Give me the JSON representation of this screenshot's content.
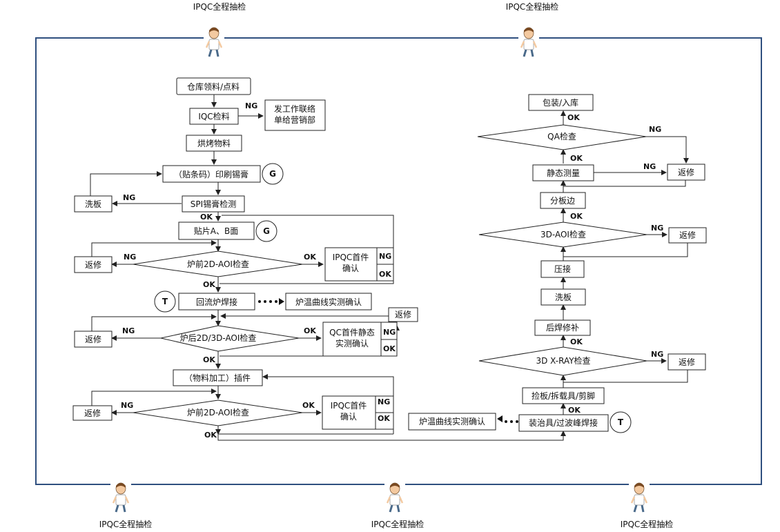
{
  "inspector_label": "IPQC全程抽检",
  "nodes": {
    "warehouse": "仓库领料/点料",
    "iqc": "IQC检料",
    "contact": [
      "发工作联络",
      "单给营销部"
    ],
    "bake": "烘烤物料",
    "print": "（贴条码）印刷锡膏",
    "wash1": "洗板",
    "spi": "SPI锡膏检测",
    "place": "贴片A、B面",
    "rework1": "返修",
    "pre_aoi1": "炉前2D-AOI检查",
    "ipqc1": [
      "IPQC首件",
      "确认"
    ],
    "reflow": "回流炉焊接",
    "oven_profile1": "炉温曲线实测确认",
    "rework_top": "返修",
    "rework2": "返修",
    "post_aoi": "炉后2D/3D-AOI检查",
    "qc_static": [
      "QC首件静态",
      "实测确认"
    ],
    "process": "（物料加工）插件",
    "rework3": "返修",
    "pre_aoi2": "炉前2D-AOI检查",
    "ipqc2": [
      "IPQC首件",
      "确认"
    ],
    "oven_profile2": "炉温曲线实测确认",
    "wave": "装治具/过波峰焊接",
    "pick": "捡板/拆载具/剪脚",
    "xray": "3D X-RAY检查",
    "rework_xray": "返修",
    "repair": "后焊修补",
    "wash2": "洗板",
    "press": "压接",
    "aoi3d": "3D-AOI检查",
    "rework_aoi3d": "返修",
    "split": "分板边",
    "static": "静态测量",
    "rework_static": "返修",
    "qa": "QA检查",
    "pack": "包装/入库"
  },
  "edge_labels": {
    "ng": "NG",
    "ok": "OK"
  },
  "markers": {
    "g": "G",
    "t": "T"
  },
  "colors": {
    "frame": "#2f4f7f"
  }
}
